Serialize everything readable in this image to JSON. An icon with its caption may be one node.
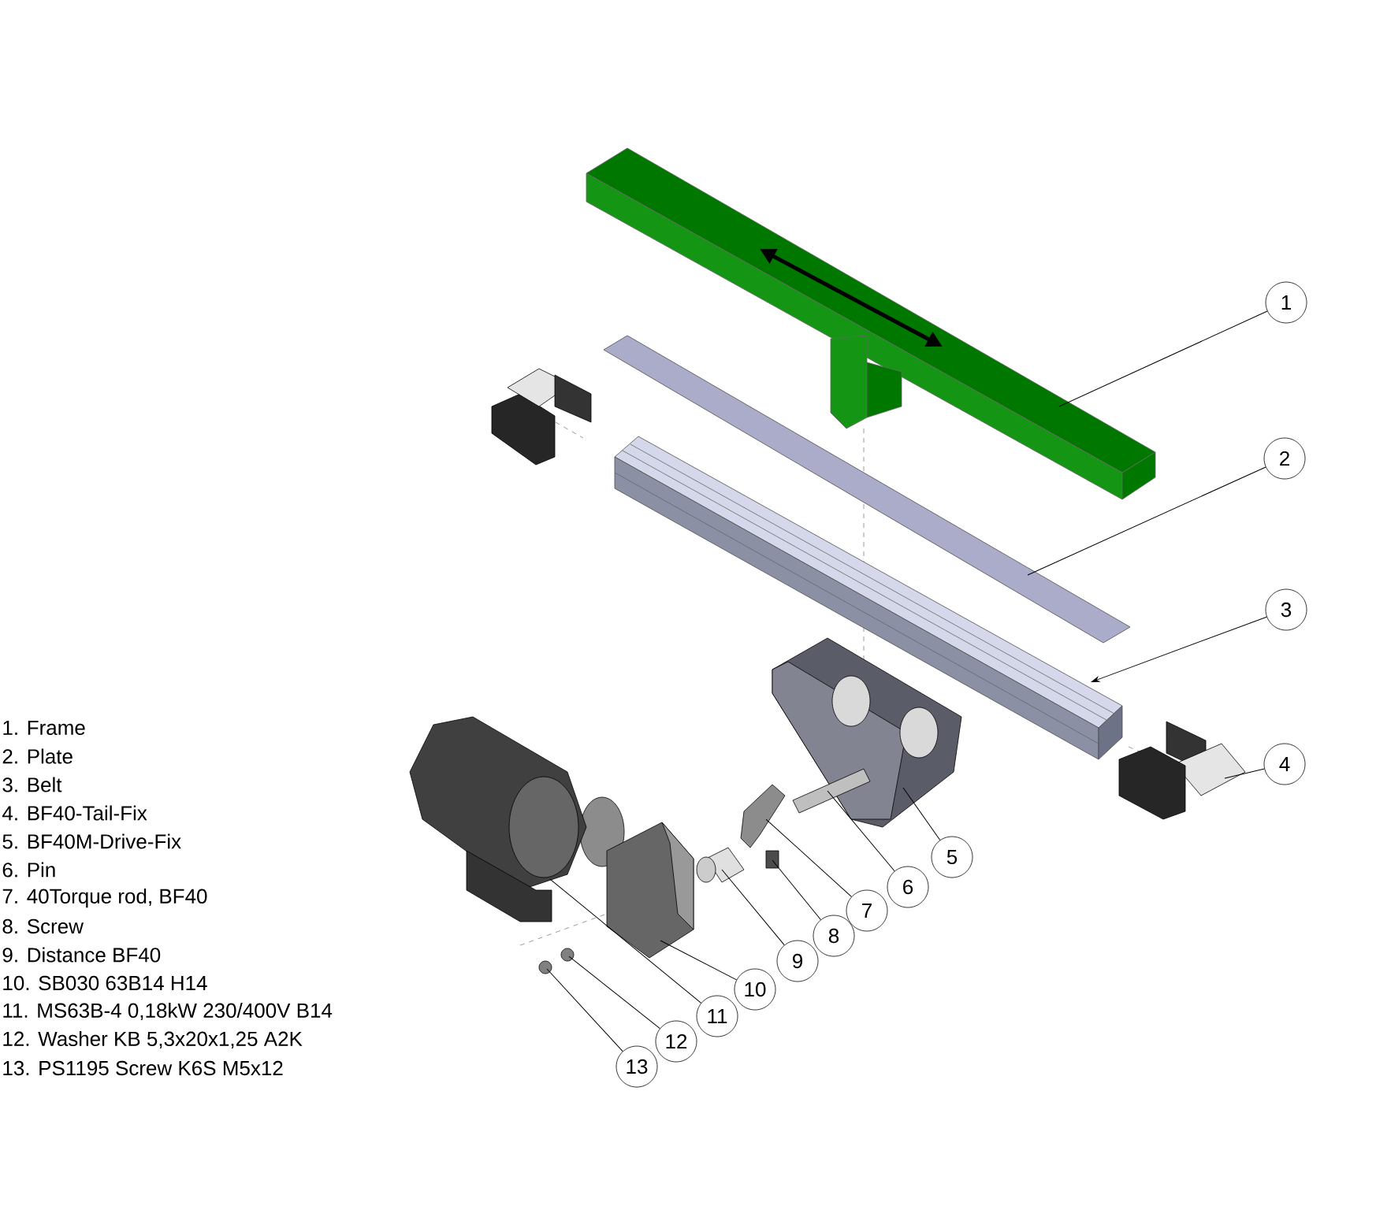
{
  "diagram": {
    "nodes": [
      {
        "text": [
          "1"
        ]
      },
      {
        "text": [
          "2"
        ]
      },
      {
        "text": [
          "3"
        ]
      },
      {
        "text": [
          "4"
        ]
      },
      {
        "text": [
          "5"
        ]
      },
      {
        "text": [
          "6"
        ]
      },
      {
        "text": [
          "7"
        ]
      },
      {
        "text": [
          "8"
        ]
      },
      {
        "text": [
          "9"
        ]
      },
      {
        "text": [
          "10"
        ]
      },
      {
        "text": [
          "11"
        ]
      },
      {
        "text": [
          "12"
        ]
      },
      {
        "text": [
          "13"
        ]
      },
      {
        "text": [],
        "shape": "picture"
      },
      {
        "text": [],
        "shape": "picture"
      },
      {
        "text": [],
        "shape": "picture"
      },
      {
        "text": [],
        "shape": "picture"
      },
      {
        "text": [],
        "shape": "picture"
      },
      {
        "text": [],
        "shape": "picture"
      },
      {
        "text": [],
        "shape": "picture"
      },
      {
        "text": [],
        "shape": "box"
      },
      {
        "text": [],
        "shape": "picture"
      },
      {
        "text": [],
        "shape": "picture"
      },
      {
        "text": [],
        "shape": "picture"
      },
      {
        "text": [],
        "shape": "circle"
      },
      {
        "text": [],
        "shape": "circle"
      }
    ],
    "edges": [
      {
        "from": 0,
        "to": 13,
        "arrow": "none"
      },
      {
        "from": 1,
        "to": 14,
        "arrow": "none"
      },
      {
        "from": 2,
        "to": 15,
        "arrow": "to"
      },
      {
        "from": 3,
        "to": 16,
        "arrow": "none"
      },
      {
        "from": 4,
        "to": 17,
        "arrow": "none"
      },
      {
        "from": 5,
        "to": 18,
        "arrow": "none"
      },
      {
        "from": 6,
        "to": 19,
        "arrow": "none"
      },
      {
        "from": 7,
        "to": 20,
        "arrow": "none"
      },
      {
        "from": 8,
        "to": 21,
        "arrow": "none"
      },
      {
        "from": 9,
        "to": 22,
        "arrow": "none"
      },
      {
        "from": 10,
        "to": 23,
        "arrow": "none"
      },
      {
        "from": 11,
        "to": 24,
        "arrow": "none"
      },
      {
        "from": 12,
        "to": 25,
        "arrow": "none"
      }
    ],
    "labels": [
      "1. Frame",
      "2. Plate",
      "3. Belt",
      "4. BF40-Tail-Fix",
      "5. BF40M-Drive-Fix",
      "6. Pin",
      "7. 40Torque rod, BF40",
      "8. Screw",
      "9. Distance BF40",
      "10. SB030 63B14 H14",
      "11. MS63B-4 0,18kW 230/400V B14",
      "12. Washer KB 5,3x20x1,25 A2K",
      "13. PS1195 Screw K6S M5x12"
    ]
  }
}
